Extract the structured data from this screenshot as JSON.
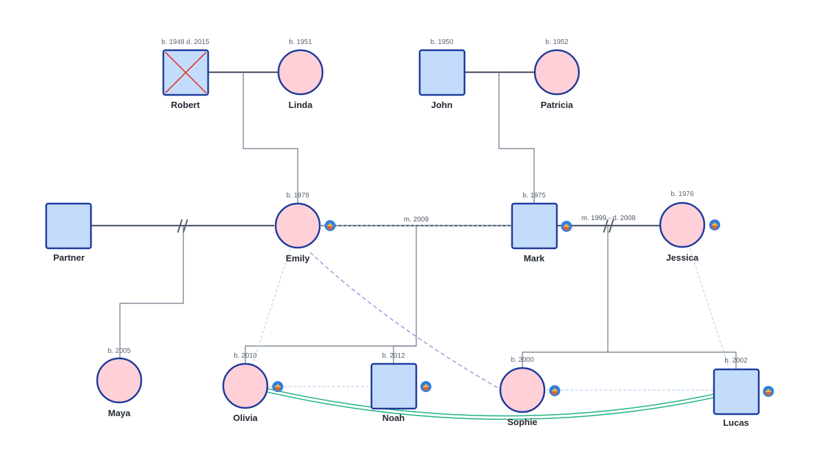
{
  "colors": {
    "male_fill": "#c4dcfb",
    "female_fill": "#ffd0d8",
    "stroke": "#1d3a9c",
    "line": "#50596a",
    "cohab_line": "#b8d2ee",
    "emotional_line": "#9a8fdb",
    "close_bond": "#26b586",
    "deceased_cross": "#e2332b",
    "badge": "#2f7fe0"
  },
  "people": [
    {
      "id": "robert",
      "name": "Robert",
      "birth": "b. 1948 d. 2015",
      "gender": "male",
      "deceased": true
    },
    {
      "id": "linda",
      "name": "Linda",
      "birth": "b. 1951",
      "gender": "female"
    },
    {
      "id": "john",
      "name": "John",
      "birth": "b. 1950",
      "gender": "male"
    },
    {
      "id": "patricia",
      "name": "Patricia",
      "birth": "b. 1952",
      "gender": "female"
    },
    {
      "id": "partner",
      "name": "Partner",
      "birth": "",
      "gender": "male"
    },
    {
      "id": "emily",
      "name": "Emily",
      "birth": "b. 1978",
      "gender": "female",
      "badge": true
    },
    {
      "id": "mark",
      "name": "Mark",
      "birth": "b. 1975",
      "gender": "male",
      "badge": true
    },
    {
      "id": "jessica",
      "name": "Jessica",
      "birth": "b. 1976",
      "gender": "female",
      "badge": true
    },
    {
      "id": "maya",
      "name": "Maya",
      "birth": "b. 2005",
      "gender": "female"
    },
    {
      "id": "olivia",
      "name": "Olivia",
      "birth": "b. 2010",
      "gender": "female",
      "badge": true
    },
    {
      "id": "noah",
      "name": "Noah",
      "birth": "b. 2012",
      "gender": "male",
      "badge": true
    },
    {
      "id": "sophie",
      "name": "Sophie",
      "birth": "b. 2000",
      "gender": "female",
      "badge": true
    },
    {
      "id": "lucas",
      "name": "Lucas",
      "birth": "b. 2002",
      "gender": "male",
      "badge": true
    }
  ],
  "unions": [
    {
      "id": "robert-linda",
      "label": ""
    },
    {
      "id": "john-patricia",
      "label": ""
    },
    {
      "id": "partner-emily",
      "label": "",
      "divorced": true
    },
    {
      "id": "emily-mark",
      "label": "m. 2009"
    },
    {
      "id": "mark-jessica",
      "label": "m. 1999 - d. 2008",
      "divorced": true
    }
  ]
}
